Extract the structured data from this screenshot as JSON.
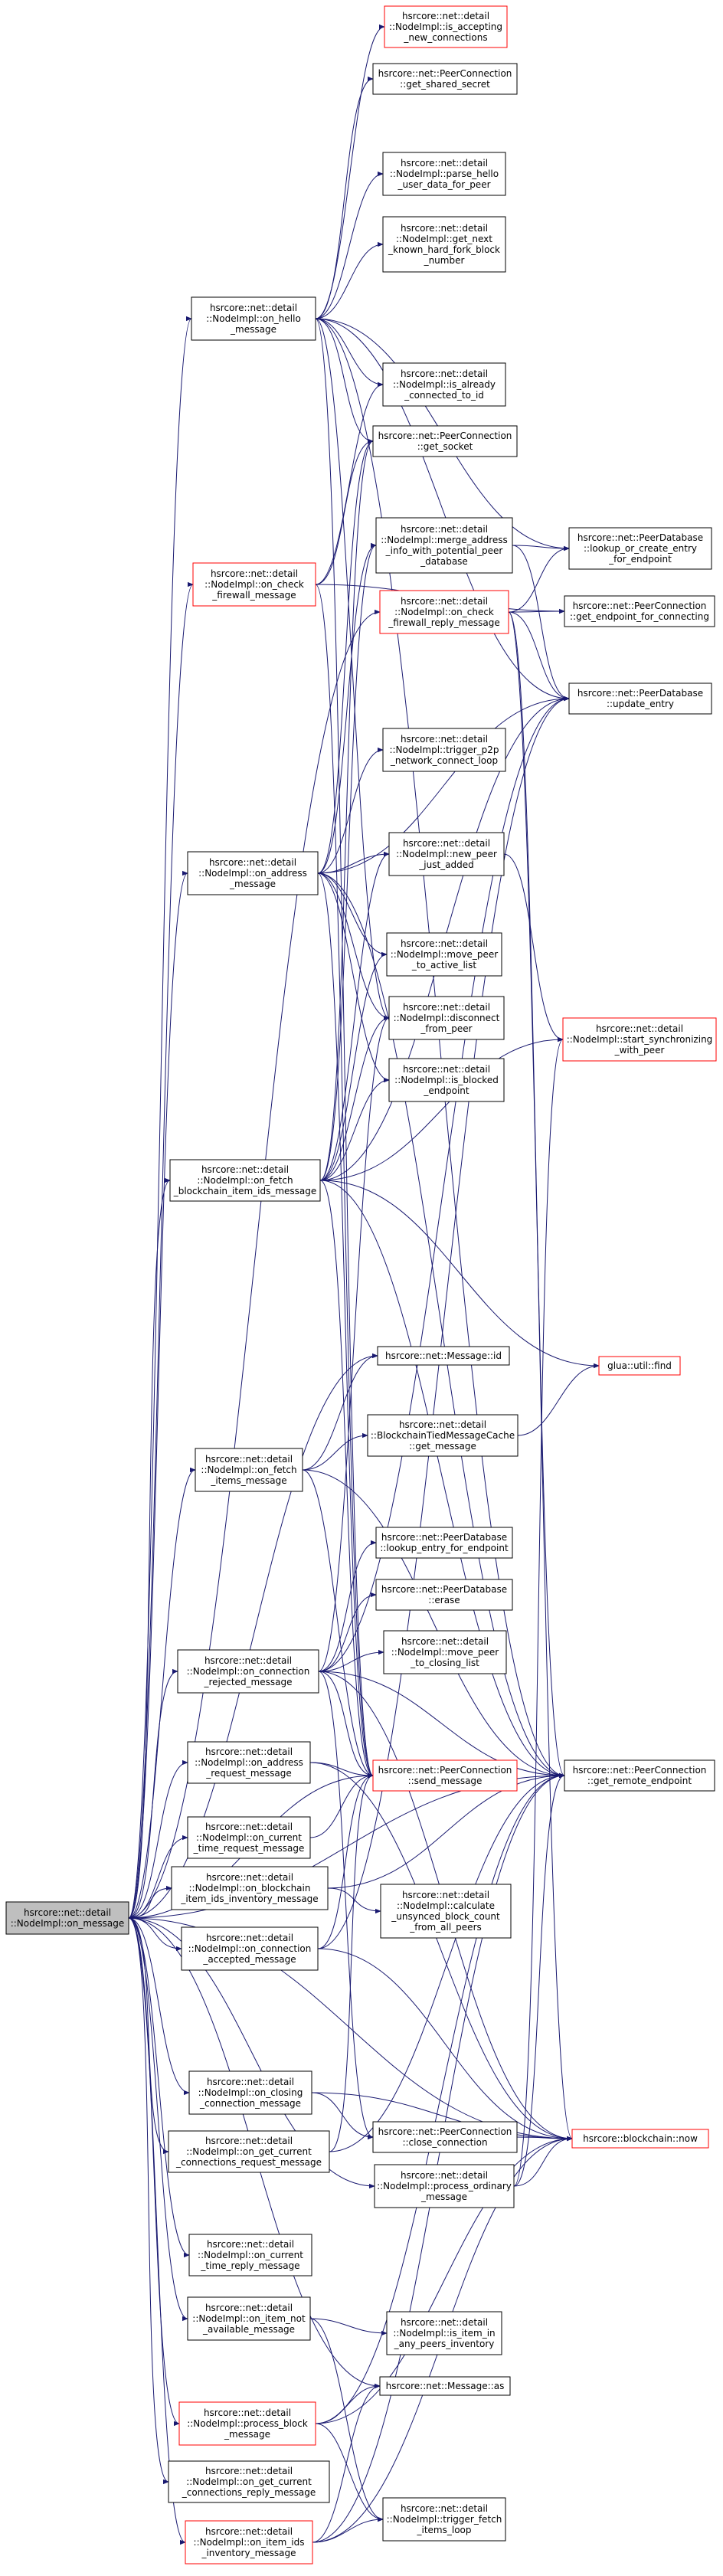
{
  "nodes": [
    {
      "id": "root",
      "lines": [
        "hsrcore::net::detail",
        "::NodeImpl::on_message"
      ],
      "color": "grey"
    },
    {
      "id": "is_accepting",
      "lines": [
        "hsrcore::net::detail",
        "::NodeImpl::is_accepting",
        "_new_connections"
      ],
      "color": "red"
    },
    {
      "id": "get_shared_secret",
      "lines": [
        "hsrcore::net::PeerConnection",
        "::get_shared_secret"
      ],
      "color": "black"
    },
    {
      "id": "parse_hello",
      "lines": [
        "hsrcore::net::detail",
        "::NodeImpl::parse_hello",
        "_user_data_for_peer"
      ],
      "color": "black"
    },
    {
      "id": "get_next_hard_fork",
      "lines": [
        "hsrcore::net::detail",
        "::NodeImpl::get_next",
        "_known_hard_fork_block",
        "_number"
      ],
      "color": "black"
    },
    {
      "id": "on_hello",
      "lines": [
        "hsrcore::net::detail",
        "::NodeImpl::on_hello",
        "_message"
      ],
      "color": "black"
    },
    {
      "id": "is_already_connected",
      "lines": [
        "hsrcore::net::detail",
        "::NodeImpl::is_already",
        "_connected_to_id"
      ],
      "color": "black"
    },
    {
      "id": "get_socket",
      "lines": [
        "hsrcore::net::PeerConnection",
        "::get_socket"
      ],
      "color": "black"
    },
    {
      "id": "on_check_firewall",
      "lines": [
        "hsrcore::net::detail",
        "::NodeImpl::on_check",
        "_firewall_message"
      ],
      "color": "red"
    },
    {
      "id": "merge_address",
      "lines": [
        "hsrcore::net::detail",
        "::NodeImpl::merge_address",
        "_info_with_potential_peer",
        "_database"
      ],
      "color": "black"
    },
    {
      "id": "lookup_or_create",
      "lines": [
        "hsrcore::net::PeerDatabase",
        "::lookup_or_create_entry",
        "_for_endpoint"
      ],
      "color": "black"
    },
    {
      "id": "on_check_firewall_reply",
      "lines": [
        "hsrcore::net::detail",
        "::NodeImpl::on_check",
        "_firewall_reply_message"
      ],
      "color": "red"
    },
    {
      "id": "get_endpoint_for_connecting",
      "lines": [
        "hsrcore::net::PeerConnection",
        "::get_endpoint_for_connecting"
      ],
      "color": "black"
    },
    {
      "id": "update_entry",
      "lines": [
        "hsrcore::net::PeerDatabase",
        "::update_entry"
      ],
      "color": "black"
    },
    {
      "id": "trigger_p2p",
      "lines": [
        "hsrcore::net::detail",
        "::NodeImpl::trigger_p2p",
        "_network_connect_loop"
      ],
      "color": "black"
    },
    {
      "id": "on_address",
      "lines": [
        "hsrcore::net::detail",
        "::NodeImpl::on_address",
        "_message"
      ],
      "color": "black"
    },
    {
      "id": "new_peer_just_added",
      "lines": [
        "hsrcore::net::detail",
        "::NodeImpl::new_peer",
        "_just_added"
      ],
      "color": "black"
    },
    {
      "id": "move_peer_active",
      "lines": [
        "hsrcore::net::detail",
        "::NodeImpl::move_peer",
        "_to_active_list"
      ],
      "color": "black"
    },
    {
      "id": "disconnect_from_peer",
      "lines": [
        "hsrcore::net::detail",
        "::NodeImpl::disconnect",
        "_from_peer"
      ],
      "color": "black"
    },
    {
      "id": "start_sync",
      "lines": [
        "hsrcore::net::detail",
        "::NodeImpl::start_synchronizing",
        "_with_peer"
      ],
      "color": "red"
    },
    {
      "id": "is_blocked",
      "lines": [
        "hsrcore::net::detail",
        "::NodeImpl::is_blocked",
        "_endpoint"
      ],
      "color": "black"
    },
    {
      "id": "on_fetch_blockchain",
      "lines": [
        "hsrcore::net::detail",
        "::NodeImpl::on_fetch",
        "_blockchain_item_ids_message"
      ],
      "color": "black"
    },
    {
      "id": "glua_find",
      "lines": [
        "glua::util::find"
      ],
      "color": "red"
    },
    {
      "id": "message_id",
      "lines": [
        "hsrcore::net::Message::id"
      ],
      "color": "black"
    },
    {
      "id": "on_fetch_items",
      "lines": [
        "hsrcore::net::detail",
        "::NodeImpl::on_fetch",
        "_items_message"
      ],
      "color": "black"
    },
    {
      "id": "tied_message_cache",
      "lines": [
        "hsrcore::net::detail",
        "::BlockchainTiedMessageCache",
        "::get_message"
      ],
      "color": "black"
    },
    {
      "id": "lookup_entry",
      "lines": [
        "hsrcore::net::PeerDatabase",
        "::lookup_entry_for_endpoint"
      ],
      "color": "black"
    },
    {
      "id": "peerdb_erase",
      "lines": [
        "hsrcore::net::PeerDatabase",
        "::erase"
      ],
      "color": "black"
    },
    {
      "id": "move_peer_closing",
      "lines": [
        "hsrcore::net::detail",
        "::NodeImpl::move_peer",
        "_to_closing_list"
      ],
      "color": "black"
    },
    {
      "id": "on_connection_rejected",
      "lines": [
        "hsrcore::net::detail",
        "::NodeImpl::on_connection",
        "_rejected_message"
      ],
      "color": "black"
    },
    {
      "id": "on_address_request",
      "lines": [
        "hsrcore::net::detail",
        "::NodeImpl::on_address",
        "_request_message"
      ],
      "color": "black"
    },
    {
      "id": "send_message",
      "lines": [
        "hsrcore::net::PeerConnection",
        "::send_message"
      ],
      "color": "red"
    },
    {
      "id": "get_remote_endpoint",
      "lines": [
        "hsrcore::net::PeerConnection",
        "::get_remote_endpoint"
      ],
      "color": "black"
    },
    {
      "id": "on_current_time_request",
      "lines": [
        "hsrcore::net::detail",
        "::NodeImpl::on_current",
        "_time_request_message"
      ],
      "color": "black"
    },
    {
      "id": "on_blockchain_inventory",
      "lines": [
        "hsrcore::net::detail",
        "::NodeImpl::on_blockchain",
        "_item_ids_inventory_message"
      ],
      "color": "black"
    },
    {
      "id": "calculate_unsynced",
      "lines": [
        "hsrcore::net::detail",
        "::NodeImpl::calculate",
        "_unsynced_block_count",
        "_from_all_peers"
      ],
      "color": "black"
    },
    {
      "id": "on_connection_accepted",
      "lines": [
        "hsrcore::net::detail",
        "::NodeImpl::on_connection",
        "_accepted_message"
      ],
      "color": "black"
    },
    {
      "id": "on_closing_connection",
      "lines": [
        "hsrcore::net::detail",
        "::NodeImpl::on_closing",
        "_connection_message"
      ],
      "color": "black"
    },
    {
      "id": "on_get_current_connections_request",
      "lines": [
        "hsrcore::net::detail",
        "::NodeImpl::on_get_current",
        "_connections_request_message"
      ],
      "color": "black"
    },
    {
      "id": "close_connection",
      "lines": [
        "hsrcore::net::PeerConnection",
        "::close_connection"
      ],
      "color": "black"
    },
    {
      "id": "blockchain_now",
      "lines": [
        "hsrcore::blockchain::now"
      ],
      "color": "red"
    },
    {
      "id": "process_ordinary",
      "lines": [
        "hsrcore::net::detail",
        "::NodeImpl::process_ordinary",
        "_message"
      ],
      "color": "black"
    },
    {
      "id": "on_current_time_reply",
      "lines": [
        "hsrcore::net::detail",
        "::NodeImpl::on_current",
        "_time_reply_message"
      ],
      "color": "black"
    },
    {
      "id": "on_item_not_available",
      "lines": [
        "hsrcore::net::detail",
        "::NodeImpl::on_item_not",
        "_available_message"
      ],
      "color": "black"
    },
    {
      "id": "is_item_in_any_peers",
      "lines": [
        "hsrcore::net::detail",
        "::NodeImpl::is_item_in",
        "_any_peers_inventory"
      ],
      "color": "black"
    },
    {
      "id": "message_as",
      "lines": [
        "hsrcore::net::Message::as"
      ],
      "color": "black"
    },
    {
      "id": "process_block",
      "lines": [
        "hsrcore::net::detail",
        "::NodeImpl::process_block",
        "_message"
      ],
      "color": "red"
    },
    {
      "id": "on_get_current_connections_reply",
      "lines": [
        "hsrcore::net::detail",
        "::NodeImpl::on_get_current",
        "_connections_reply_message"
      ],
      "color": "black"
    },
    {
      "id": "trigger_fetch_items",
      "lines": [
        "hsrcore::net::detail",
        "::NodeImpl::trigger_fetch",
        "_items_loop"
      ],
      "color": "black"
    },
    {
      "id": "on_item_ids_inventory",
      "lines": [
        "hsrcore::net::detail",
        "::NodeImpl::on_item_ids",
        "_inventory_message"
      ],
      "color": "red"
    }
  ],
  "edges": [
    [
      "root",
      "on_hello"
    ],
    [
      "root",
      "on_check_firewall"
    ],
    [
      "root",
      "on_check_firewall_reply"
    ],
    [
      "root",
      "on_address"
    ],
    [
      "root",
      "on_fetch_blockchain"
    ],
    [
      "root",
      "message_id"
    ],
    [
      "root",
      "on_fetch_items"
    ],
    [
      "root",
      "on_connection_rejected"
    ],
    [
      "root",
      "on_address_request"
    ],
    [
      "root",
      "on_current_time_request"
    ],
    [
      "root",
      "on_blockchain_inventory"
    ],
    [
      "root",
      "on_connection_accepted"
    ],
    [
      "root",
      "on_closing_connection"
    ],
    [
      "root",
      "on_get_current_connections_request"
    ],
    [
      "root",
      "process_ordinary"
    ],
    [
      "root",
      "on_current_time_reply"
    ],
    [
      "root",
      "on_item_not_available"
    ],
    [
      "root",
      "message_as"
    ],
    [
      "root",
      "process_block"
    ],
    [
      "root",
      "on_get_current_connections_reply"
    ],
    [
      "root",
      "on_item_ids_inventory"
    ],
    [
      "root",
      "blockchain_now"
    ],
    [
      "root",
      "get_remote_endpoint"
    ],
    [
      "root",
      "send_message"
    ],
    [
      "on_hello",
      "is_accepting"
    ],
    [
      "on_hello",
      "get_shared_secret"
    ],
    [
      "on_hello",
      "parse_hello"
    ],
    [
      "on_hello",
      "get_next_hard_fork"
    ],
    [
      "on_hello",
      "is_already_connected"
    ],
    [
      "on_hello",
      "get_socket"
    ],
    [
      "on_hello",
      "lookup_or_create"
    ],
    [
      "on_hello",
      "update_entry"
    ],
    [
      "on_hello",
      "send_message"
    ],
    [
      "on_hello",
      "disconnect_from_peer"
    ],
    [
      "on_hello",
      "get_remote_endpoint"
    ],
    [
      "on_check_firewall",
      "get_socket"
    ],
    [
      "on_check_firewall",
      "is_already_connected"
    ],
    [
      "on_check_firewall",
      "get_endpoint_for_connecting"
    ],
    [
      "on_check_firewall",
      "send_message"
    ],
    [
      "on_check_firewall_reply",
      "lookup_or_create"
    ],
    [
      "on_check_firewall_reply",
      "get_endpoint_for_connecting"
    ],
    [
      "on_check_firewall_reply",
      "update_entry"
    ],
    [
      "on_check_firewall_reply",
      "get_remote_endpoint"
    ],
    [
      "on_check_firewall_reply",
      "blockchain_now"
    ],
    [
      "merge_address",
      "lookup_or_create"
    ],
    [
      "merge_address",
      "update_entry"
    ],
    [
      "on_address",
      "merge_address"
    ],
    [
      "on_address",
      "trigger_p2p"
    ],
    [
      "on_address",
      "new_peer_just_added"
    ],
    [
      "on_address",
      "move_peer_active"
    ],
    [
      "on_address",
      "disconnect_from_peer"
    ],
    [
      "on_address",
      "is_blocked"
    ],
    [
      "on_address",
      "update_entry"
    ],
    [
      "on_address",
      "get_socket"
    ],
    [
      "on_address",
      "send_message"
    ],
    [
      "on_address",
      "get_remote_endpoint"
    ],
    [
      "new_peer_just_added",
      "start_sync"
    ],
    [
      "on_fetch_blockchain",
      "get_socket"
    ],
    [
      "on_fetch_blockchain",
      "new_peer_just_added"
    ],
    [
      "on_fetch_blockchain",
      "move_peer_active"
    ],
    [
      "on_fetch_blockchain",
      "disconnect_from_peer"
    ],
    [
      "on_fetch_blockchain",
      "is_blocked"
    ],
    [
      "on_fetch_blockchain",
      "update_entry"
    ],
    [
      "on_fetch_blockchain",
      "start_sync"
    ],
    [
      "on_fetch_blockchain",
      "glua_find"
    ],
    [
      "on_fetch_blockchain",
      "send_message"
    ],
    [
      "on_fetch_blockchain",
      "merge_address"
    ],
    [
      "on_fetch_blockchain",
      "get_remote_endpoint"
    ],
    [
      "on_fetch_items",
      "message_id"
    ],
    [
      "on_fetch_items",
      "tied_message_cache"
    ],
    [
      "on_fetch_items",
      "send_message"
    ],
    [
      "on_fetch_items",
      "get_remote_endpoint"
    ],
    [
      "tied_message_cache",
      "glua_find"
    ],
    [
      "on_connection_rejected",
      "lookup_entry"
    ],
    [
      "on_connection_rejected",
      "peerdb_erase"
    ],
    [
      "on_connection_rejected",
      "move_peer_closing"
    ],
    [
      "on_connection_rejected",
      "update_entry"
    ],
    [
      "on_connection_rejected",
      "send_message"
    ],
    [
      "on_connection_rejected",
      "get_remote_endpoint"
    ],
    [
      "on_connection_rejected",
      "close_connection"
    ],
    [
      "on_connection_rejected",
      "blockchain_now"
    ],
    [
      "on_connection_rejected",
      "disconnect_from_peer"
    ],
    [
      "on_address_request",
      "send_message"
    ],
    [
      "on_address_request",
      "blockchain_now"
    ],
    [
      "on_current_time_request",
      "send_message"
    ],
    [
      "on_blockchain_inventory",
      "calculate_unsynced"
    ],
    [
      "on_blockchain_inventory",
      "get_remote_endpoint"
    ],
    [
      "on_connection_accepted",
      "send_message"
    ],
    [
      "on_connection_accepted",
      "blockchain_now"
    ],
    [
      "on_connection_accepted",
      "update_entry"
    ],
    [
      "on_closing_connection",
      "close_connection"
    ],
    [
      "on_closing_connection",
      "blockchain_now"
    ],
    [
      "on_get_current_connections_request",
      "send_message"
    ],
    [
      "on_get_current_connections_request",
      "get_remote_endpoint"
    ],
    [
      "close_connection",
      "blockchain_now"
    ],
    [
      "process_ordinary",
      "get_remote_endpoint"
    ],
    [
      "process_ordinary",
      "blockchain_now"
    ],
    [
      "process_ordinary",
      "start_sync"
    ],
    [
      "on_item_not_available",
      "is_item_in_any_peers"
    ],
    [
      "on_item_not_available",
      "trigger_fetch_items"
    ],
    [
      "process_block",
      "message_as"
    ],
    [
      "process_block",
      "trigger_fetch_items"
    ],
    [
      "process_block",
      "blockchain_now"
    ],
    [
      "process_block",
      "get_remote_endpoint"
    ],
    [
      "on_item_ids_inventory",
      "trigger_fetch_items"
    ],
    [
      "on_item_ids_inventory",
      "message_as"
    ],
    [
      "on_item_ids_inventory",
      "blockchain_now"
    ],
    [
      "on_item_ids_inventory",
      "get_remote_endpoint"
    ]
  ]
}
